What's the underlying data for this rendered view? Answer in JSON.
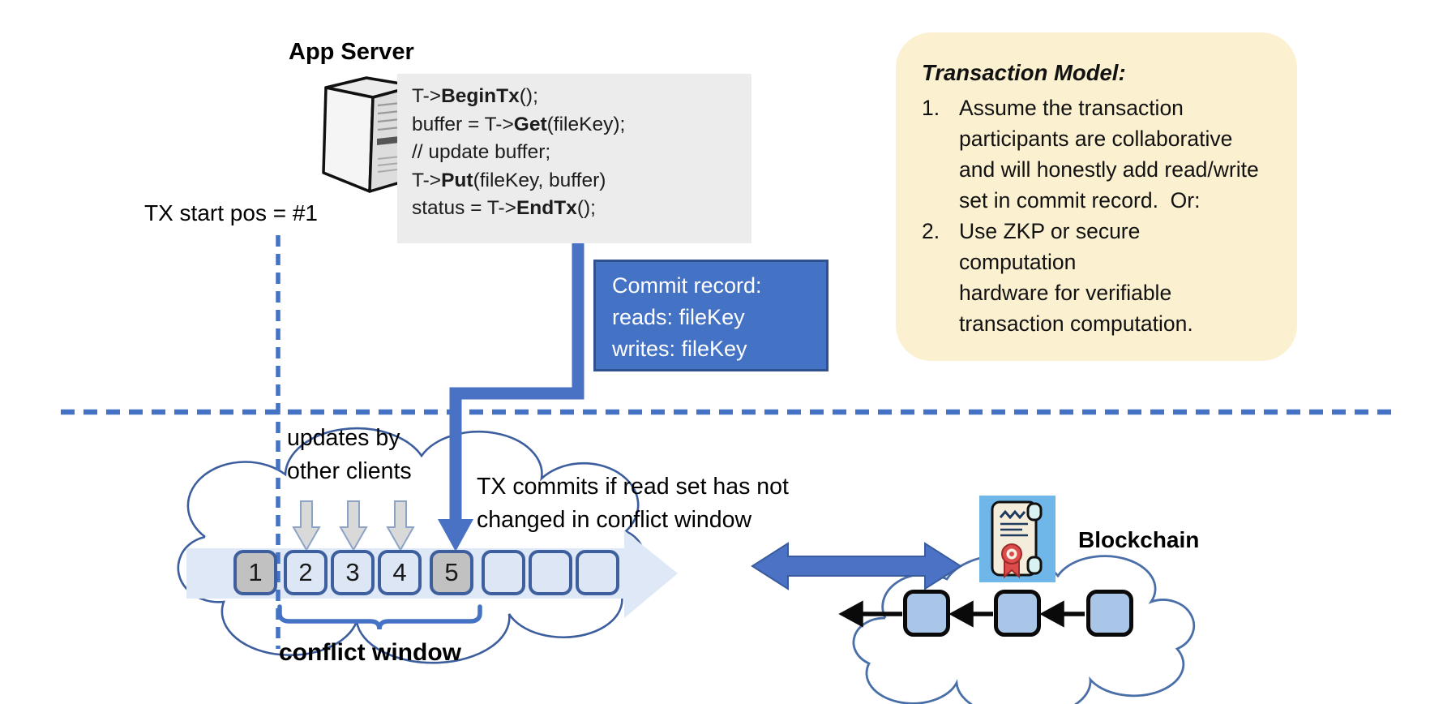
{
  "colors": {
    "accent_blue": "#4472C4",
    "accent_blue_dark": "#2F528F",
    "outline_blue": "#3D5E9E",
    "pale_block_fill": "#DCE6F4",
    "band_fill": "#DEE8F6",
    "gray_block_fill": "#C1C1C1",
    "gray_arrow_fill": "#D9D9D9",
    "code_bg": "#ECECEC",
    "note_bg": "#FBF0CF",
    "chain_block_fill": "#A9C6E8",
    "scroll_bg": "#6FB7E9",
    "seal_red": "#DD4B4B"
  },
  "app_server": {
    "title": "App Server",
    "icon": "server-tower-icon"
  },
  "code_block": {
    "lines": [
      [
        {
          "t": "T->"
        },
        {
          "t": "BeginTx",
          "b": 1
        },
        {
          "t": "();"
        }
      ],
      [
        {
          "t": "buffer = T->"
        },
        {
          "t": "Get",
          "b": 1
        },
        {
          "t": "(fileKey);"
        }
      ],
      [
        {
          "t": "// update buffer;"
        }
      ],
      [
        {
          "t": "T->"
        },
        {
          "t": "Put",
          "b": 1
        },
        {
          "t": "(fileKey, buffer)"
        }
      ],
      [
        {
          "t": "status = T->"
        },
        {
          "t": "EndTx",
          "b": 1
        },
        {
          "t": "();"
        }
      ]
    ]
  },
  "tx_start_label": "TX start pos = #1",
  "commit_box": {
    "lines": [
      "Commit record:",
      "reads: fileKey",
      "writes: fileKey"
    ]
  },
  "transaction_model": {
    "title": "Transaction Model:",
    "items": [
      {
        "num": "1.",
        "text": "Assume the transaction\nparticipants are collaborative\nand will honestly add read/write\nset in commit record.  Or:"
      },
      {
        "num": "2.",
        "text": "Use ZKP or secure computation\nhardware for verifiable\ntransaction computation."
      }
    ]
  },
  "updates_label": "updates by\nother clients",
  "tx_commit_note": "TX commits if read set has not\nchanged in conflict window",
  "timeline": {
    "blocks": [
      {
        "label": "1",
        "style": "gray"
      },
      {
        "label": "2",
        "style": "light"
      },
      {
        "label": "3",
        "style": "light"
      },
      {
        "label": "4",
        "style": "light"
      },
      {
        "label": "5",
        "style": "gray"
      },
      {
        "label": "",
        "style": "light"
      },
      {
        "label": "",
        "style": "light"
      },
      {
        "label": "",
        "style": "light"
      }
    ]
  },
  "conflict_window_label": "conflict window",
  "blockchain": {
    "label": "Blockchain",
    "icon": "certificate-scroll-icon",
    "block_count": 3
  }
}
